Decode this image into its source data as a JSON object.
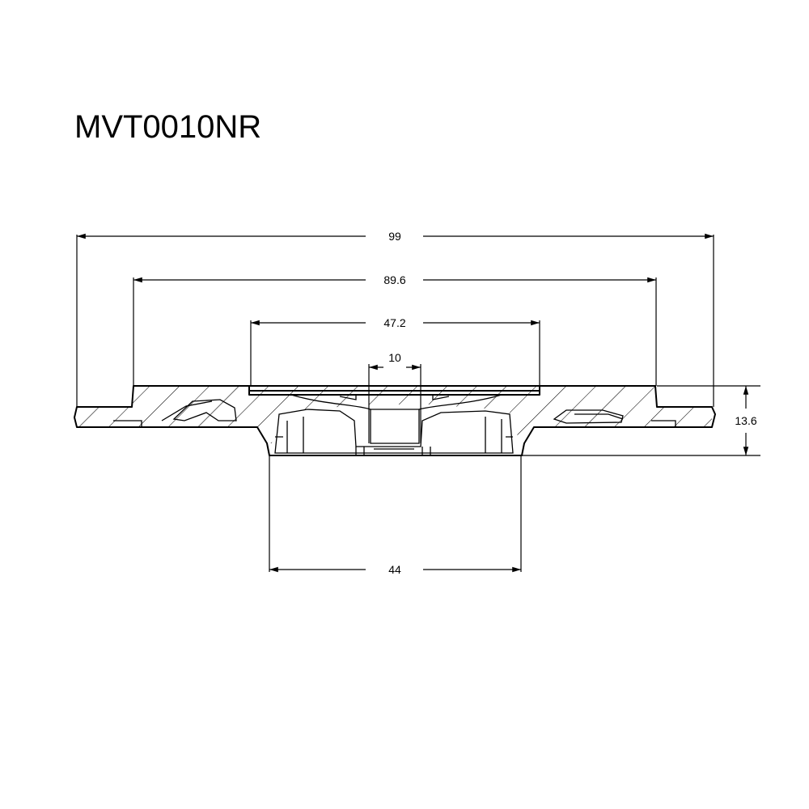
{
  "title": "MVT0010NR",
  "dimensions": {
    "overall_diameter": "99",
    "flange_diameter": "89.6",
    "face_diameter": "47.2",
    "bore_diameter": "10",
    "height": "13.6",
    "hub_diameter": "44"
  },
  "colors": {
    "line": "#000000",
    "background": "#ffffff"
  }
}
